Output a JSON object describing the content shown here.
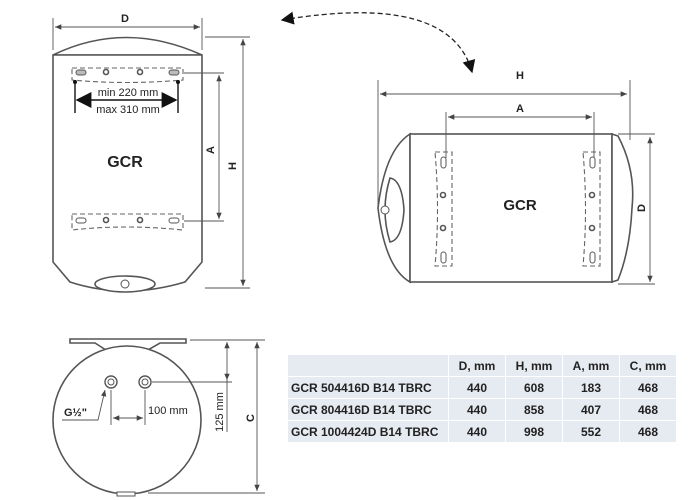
{
  "vertical_view": {
    "width_label": "D",
    "height_label": "H",
    "bracket_label": "A",
    "brand": "GCR",
    "min_spacing": "min 220 mm",
    "max_spacing": "max 310 mm"
  },
  "horizontal_view": {
    "length_label": "H",
    "bracket_label": "A",
    "diameter_label": "D",
    "brand": "GCR"
  },
  "bottom_view": {
    "thread_label": "G½\"",
    "pipe_spacing": "100 mm",
    "pipe_offset": "125 mm",
    "depth_label": "C"
  },
  "table": {
    "headers": [
      "",
      "D, mm",
      "H, mm",
      "A, mm",
      "C, mm"
    ],
    "rows": [
      [
        "GCR  504416D B14 TBRC",
        "440",
        "608",
        "183",
        "468"
      ],
      [
        "GCR  804416D B14 TBRC",
        "440",
        "858",
        "407",
        "468"
      ],
      [
        "GCR  1004424D B14 TBRC",
        "440",
        "998",
        "552",
        "468"
      ]
    ]
  }
}
